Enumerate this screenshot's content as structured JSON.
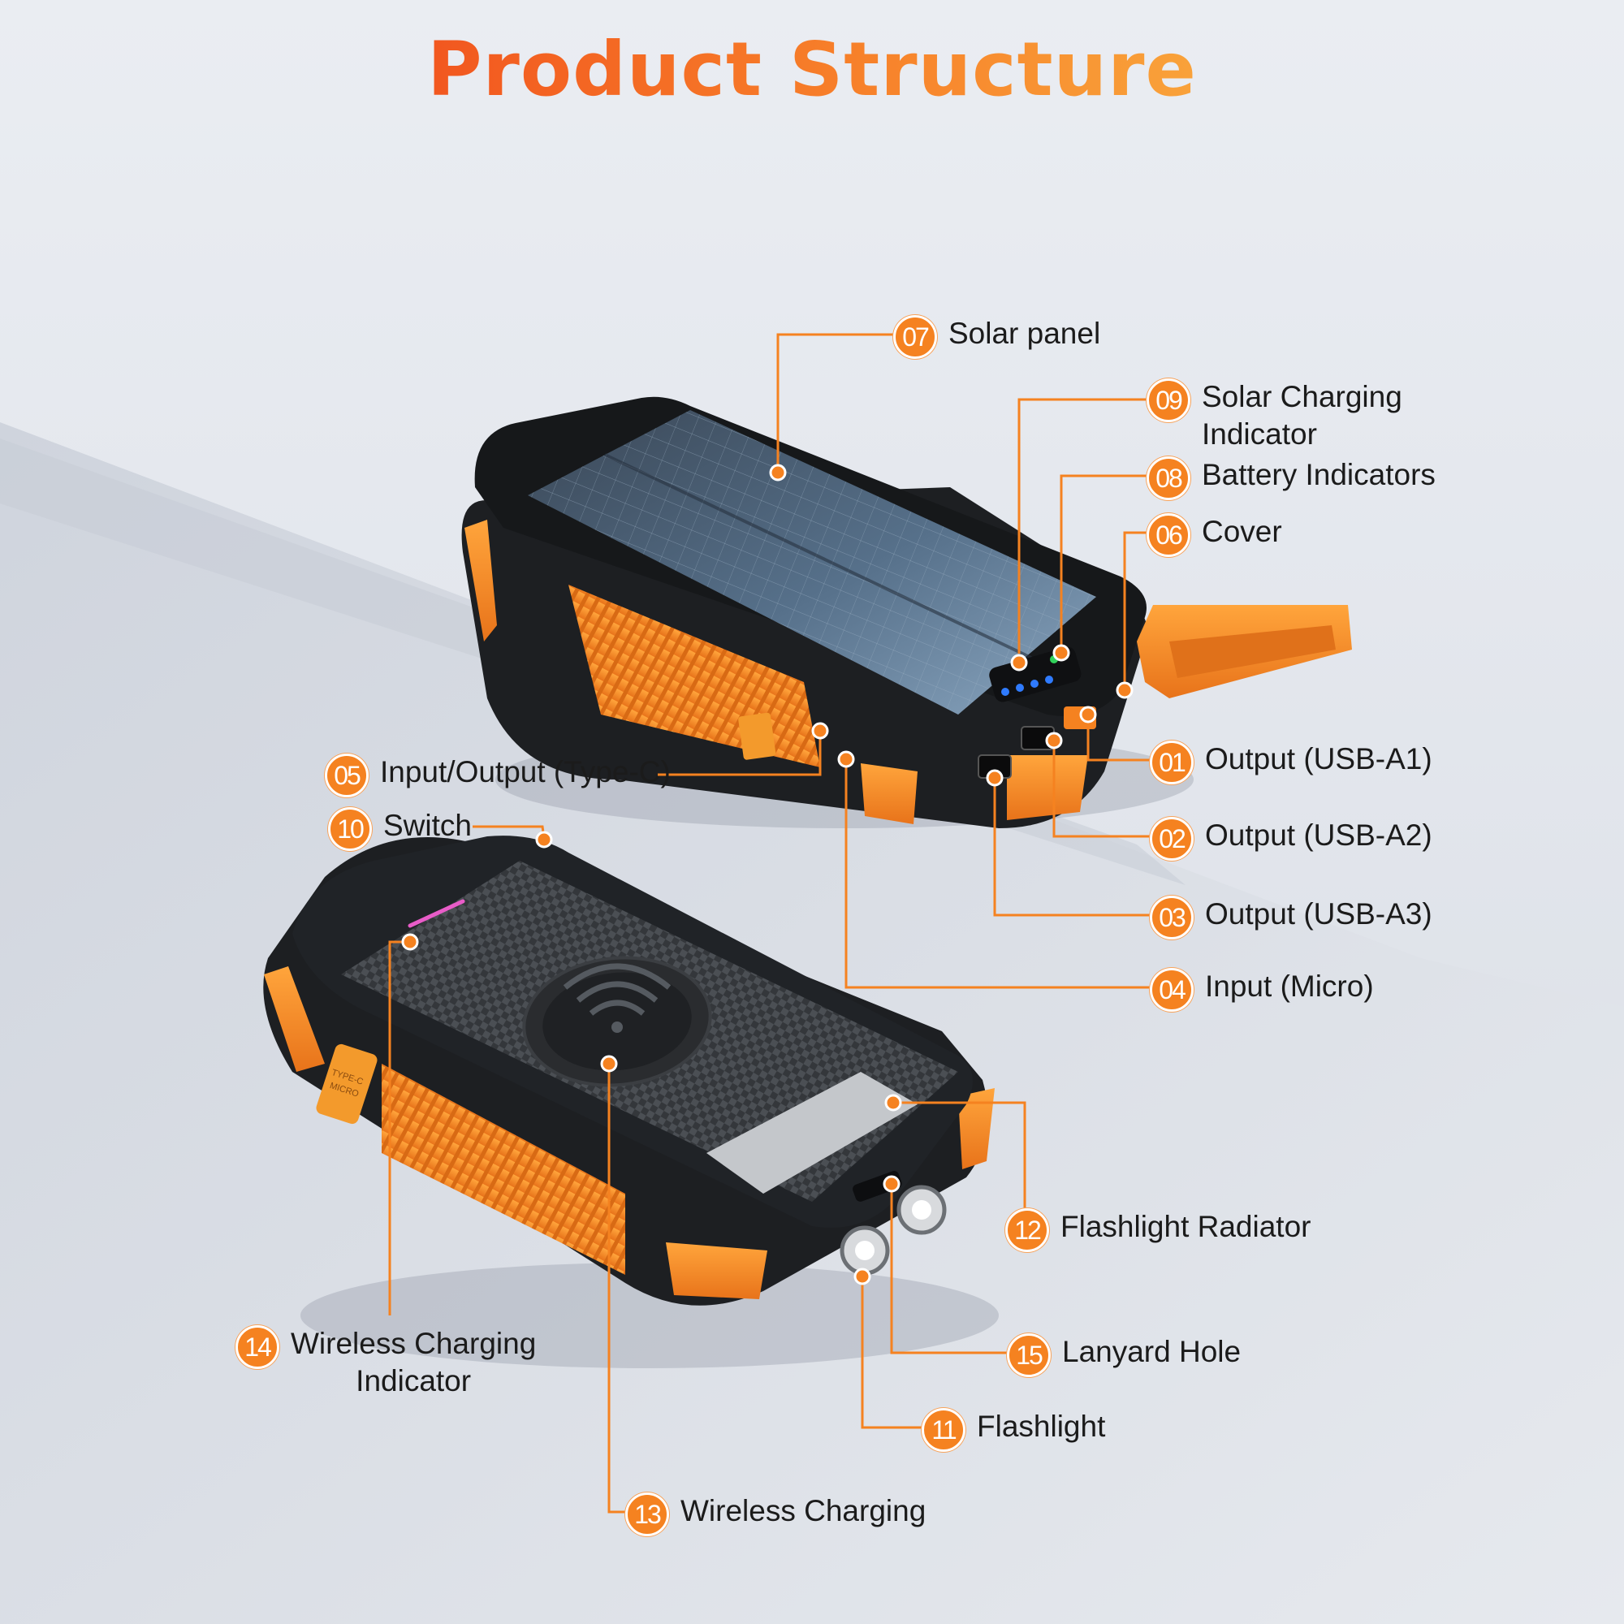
{
  "title": "Product Structure",
  "colors": {
    "accent": "#f58220",
    "title_start": "#f2571f",
    "title_end": "#f9a23a",
    "device_body": "#1d1f22",
    "bumper": "#f58a1f"
  },
  "callouts": [
    {
      "id": "07",
      "label": "Solar panel"
    },
    {
      "id": "09",
      "label": "Solar Charging",
      "label2": "Indicator"
    },
    {
      "id": "08",
      "label": "Battery Indicators"
    },
    {
      "id": "06",
      "label": "Cover"
    },
    {
      "id": "05",
      "label": "Input/Output (Type-C)"
    },
    {
      "id": "10",
      "label": "Switch"
    },
    {
      "id": "01",
      "label": "Output (USB-A1)"
    },
    {
      "id": "02",
      "label": "Output (USB-A2)"
    },
    {
      "id": "03",
      "label": "Output (USB-A3)"
    },
    {
      "id": "04",
      "label": "Input (Micro)"
    },
    {
      "id": "12",
      "label": "Flashlight Radiator"
    },
    {
      "id": "14",
      "label": "Wireless Charging",
      "label2": "Indicator"
    },
    {
      "id": "15",
      "label": "Lanyard Hole"
    },
    {
      "id": "11",
      "label": "Flashlight"
    },
    {
      "id": "13",
      "label": "Wireless Charging"
    }
  ],
  "port_label": {
    "line1": "TYPE-C",
    "line2": "MICRO"
  },
  "icons": [
    "wireless-charging-icon",
    "flashlight-icon",
    "solar-panel-icon"
  ]
}
